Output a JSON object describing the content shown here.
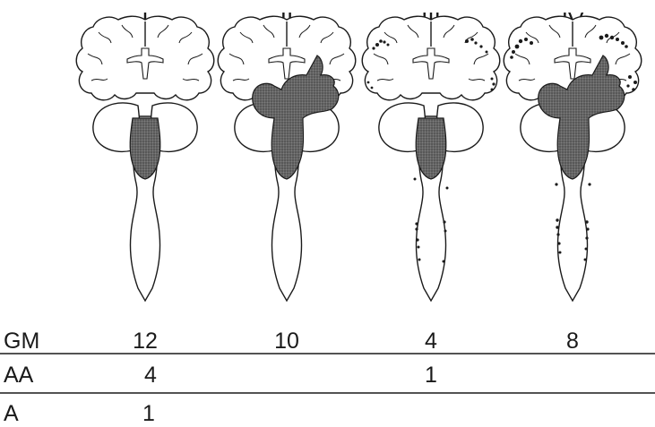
{
  "panels": [
    {
      "numeral": "I"
    },
    {
      "numeral": "II"
    },
    {
      "numeral": "III"
    },
    {
      "numeral": "IV"
    }
  ],
  "table": {
    "rows": [
      {
        "label": "GM",
        "values": [
          "12",
          "10",
          "4",
          "8"
        ]
      },
      {
        "label": "AA",
        "values": [
          "4",
          "",
          "1",
          ""
        ]
      },
      {
        "label": "A",
        "values": [
          "1",
          "",
          "",
          ""
        ]
      }
    ]
  },
  "colors": {
    "ink": "#1a1a1a",
    "shade": "#5f5f5f",
    "paper": "#ffffff"
  }
}
